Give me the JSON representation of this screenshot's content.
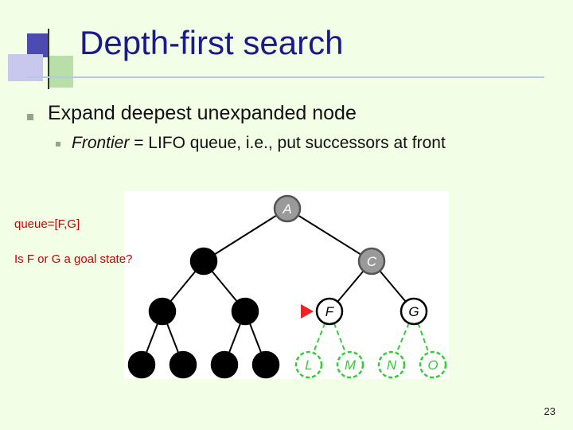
{
  "slide": {
    "title": "Depth-first search",
    "bullets": [
      {
        "text": "Expand deepest unexpanded node"
      }
    ],
    "sub_bullet": {
      "italic_part": "Frontier",
      "rest": " = LIFO queue, i.e., put successors at front"
    },
    "annotations": {
      "queue": "queue=[F,G]",
      "question": "Is F or G a goal state?"
    },
    "page_number": "23"
  },
  "tree": {
    "nodes": [
      {
        "id": "A",
        "label": "A",
        "state": "expanded"
      },
      {
        "id": "B",
        "label": "",
        "state": "black"
      },
      {
        "id": "C",
        "label": "C",
        "state": "expanded"
      },
      {
        "id": "D",
        "label": "",
        "state": "black"
      },
      {
        "id": "E",
        "label": "",
        "state": "black"
      },
      {
        "id": "F",
        "label": "F",
        "state": "frontier"
      },
      {
        "id": "G",
        "label": "G",
        "state": "frontier"
      },
      {
        "id": "H",
        "label": "",
        "state": "black"
      },
      {
        "id": "I",
        "label": "",
        "state": "black"
      },
      {
        "id": "J",
        "label": "",
        "state": "black"
      },
      {
        "id": "K",
        "label": "",
        "state": "black"
      },
      {
        "id": "L",
        "label": "L",
        "state": "unexplored"
      },
      {
        "id": "M",
        "label": "M",
        "state": "unexplored"
      },
      {
        "id": "N",
        "label": "N",
        "state": "unexplored"
      },
      {
        "id": "O",
        "label": "O",
        "state": "unexplored"
      }
    ],
    "edges": [
      [
        "A",
        "B"
      ],
      [
        "A",
        "C"
      ],
      [
        "B",
        "D"
      ],
      [
        "B",
        "E"
      ],
      [
        "C",
        "F"
      ],
      [
        "C",
        "G"
      ],
      [
        "D",
        "H"
      ],
      [
        "D",
        "I"
      ],
      [
        "E",
        "J"
      ],
      [
        "E",
        "K"
      ],
      [
        "F",
        "L"
      ],
      [
        "F",
        "M"
      ],
      [
        "G",
        "N"
      ],
      [
        "G",
        "O"
      ]
    ],
    "marker": "F",
    "colors": {
      "expanded": "#9a9a9a",
      "black": "#000000",
      "unexplored": "#33cc33",
      "marker": "#ee2222"
    }
  }
}
